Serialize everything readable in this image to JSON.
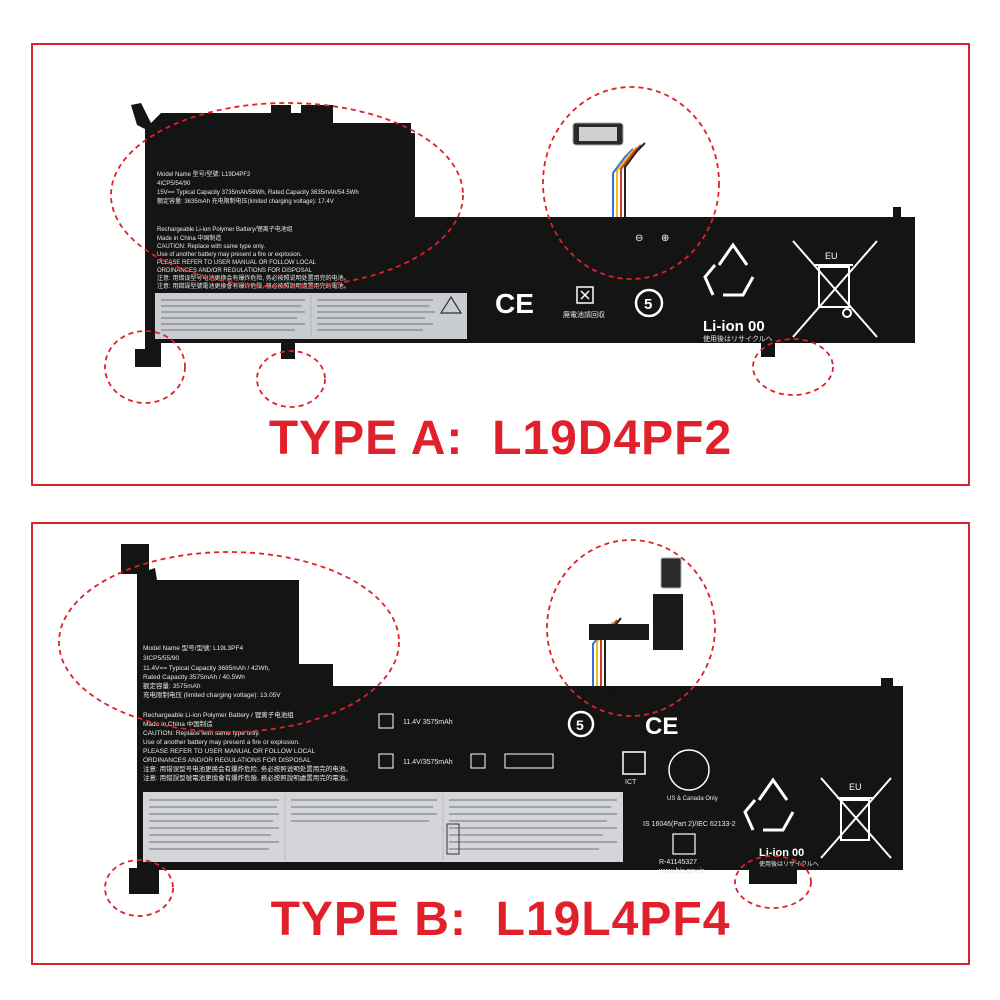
{
  "colors": {
    "frame": "#d9232d",
    "label": "#e0202a",
    "battery": "#141414",
    "sticker": "#c9ccd1",
    "text_light": "#e8e8e8"
  },
  "panel_a": {
    "type_prefix": "TYPE A:",
    "model_code": "L19D4PF2",
    "label": {
      "model_line": "Model Name 型号/型號: L19D4PF2",
      "cell_line": "4ICP5/54/90",
      "capacity_line": "15V== Typical Capacity 3735mAh/56Wh, Rated Capacity 3635mAh/54.5Wh",
      "rated_line": "额定容量: 3635mAh 充电限制电压(limited charging voltage): 17.4V",
      "chem_line": "Rechargeable Li-ion Polymer Battery/锂离子电池组",
      "made_line": "Made in China 中国制造",
      "caution_line": "CAUTION: Replace with same type only.",
      "caution_line2": "Use of another battery may present a fire or explosion.",
      "refer_line": "PLEASE REFER TO USER MANUAL OR FOLLOW LOCAL",
      "ord_line": "ORDINANCES AND/OR REGULATIONS FOR DISPOSAL",
      "cn_line1": "注意: 用错误型号电池更换会有爆炸危险, 务必按照说明处置用完的电池。",
      "cn_line2": "注意: 用錯誤型號電池更換會有爆炸危險, 務必按照說明處置用完的電池。",
      "liion": "Li-ion 00",
      "jp_recycle": "使用後はリサイクルへ",
      "recycle_jp": "廃電池請回収",
      "eu": "EU",
      "ce": "CE"
    }
  },
  "panel_b": {
    "type_prefix": "TYPE B:",
    "model_code": "L19L4PF4",
    "label": {
      "model_line": "Model Name 型号/型號: L19L3PF4",
      "cell_line": "3ICP5/55/90",
      "capacity_line": "11.4V== Typical Capacity 3685mAh / 42Wh,",
      "rated_line": "Rated Capacity 3575mAh / 40.5Wh",
      "rated_cn": "额定容量: 3575mAh",
      "limit_line": "充电限制电压 (limited charging voltage): 13.05V",
      "chem_line": "Rechargeable Li-ion Polymer Battery / 锂离子电池组",
      "made_line": "Made in China 中国制造",
      "caution_line": "CAUTION: Replace with same type only.",
      "caution_line2": "Use of another battery may present a fire or explosion.",
      "refer_line": "PLEASE REFER TO USER MANUAL OR FOLLOW LOCAL",
      "ord_line": "ORDINANCES AND/OR REGULATIONS FOR DISPOSAL",
      "cn_line1": "注意: 用错误型号电池更换会有爆炸危险, 务必按照说明处置用完的电池。",
      "cn_line2": "注意: 用錯誤型號電池更換會有爆炸危險, 務必按照說明處置用完的電池。",
      "liion": "Li-ion 00",
      "jp_recycle": "使用後はリサイクルへ",
      "eu": "EU",
      "ce": "CE",
      "is_line": "IS 16046(Part 2)/IEC 62133-2",
      "r_line": "R-41145327",
      "bis_line": "www.bis.gov.in",
      "pse1": "11.4V 3575mAh",
      "pse2": "11.4V/3575mAh",
      "recycle_note": "US & Canada Only",
      "ict": "ICT"
    }
  }
}
